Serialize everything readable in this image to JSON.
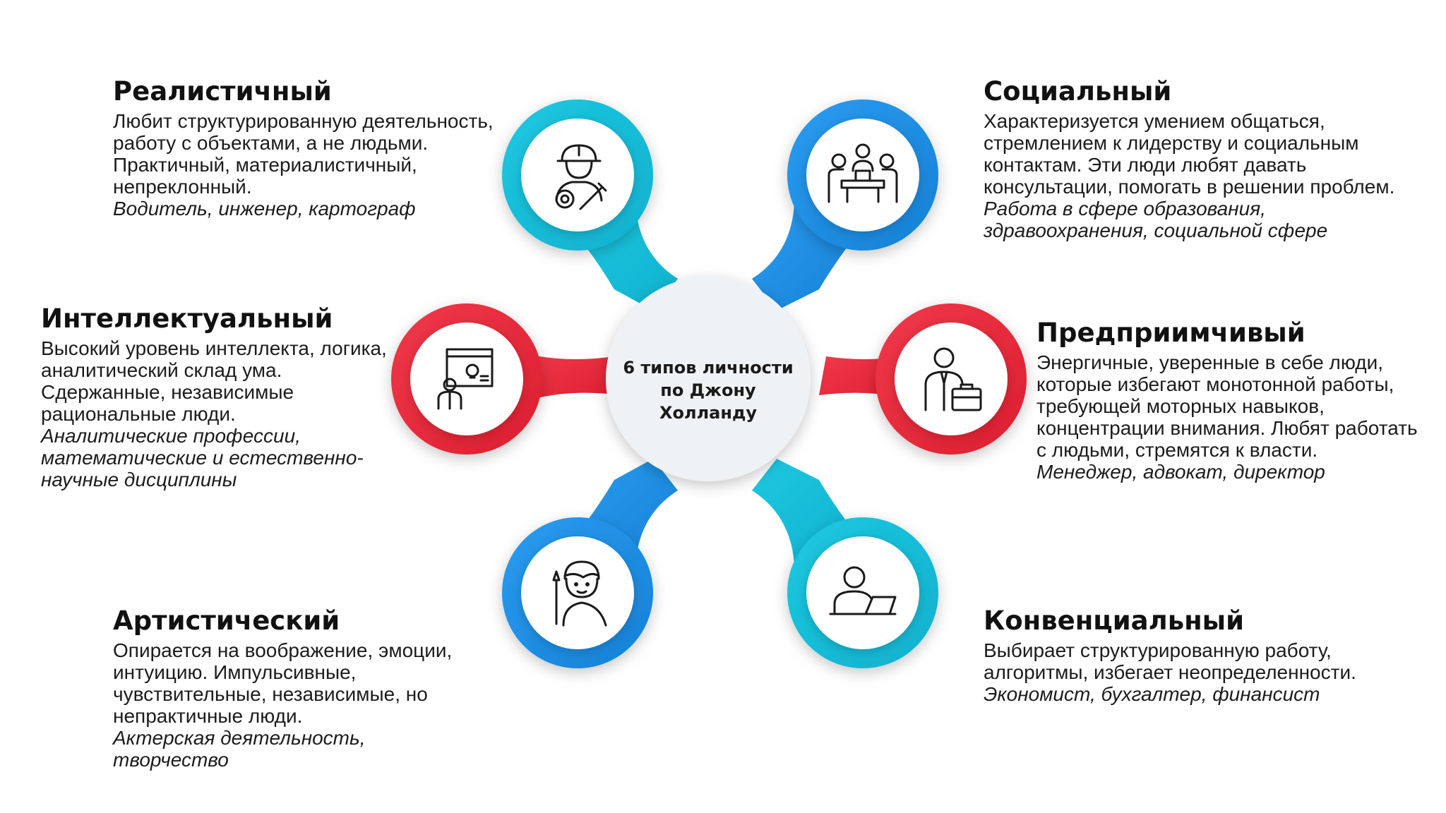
{
  "center": {
    "line1": "6 типов личности",
    "line2": "по Джону Холланду"
  },
  "types": [
    {
      "key": "realistic",
      "title": "Реалистичный",
      "desc": [
        "Любит структурированную деятельность,",
        "работу с объектами, а не людьми.",
        "Практичный, материалистичный,",
        "непреклонный."
      ],
      "examples": [
        "Водитель, инженер, картограф"
      ],
      "icon": "engineer-icon",
      "color": "cyan"
    },
    {
      "key": "social",
      "title": "Социальный",
      "desc": [
        "Характеризуется умением общаться,",
        "стремлением к лидерству и социальным",
        "контактам. Эти люди любят давать",
        "консультации, помогать в решении проблем."
      ],
      "examples": [
        "Работа в сфере образования,",
        "здравоохранения, социальной сфере"
      ],
      "icon": "meeting-icon",
      "color": "blue"
    },
    {
      "key": "intellectual",
      "title": "Интеллектуальный",
      "desc": [
        "Высокий уровень интеллекта, логика,",
        "аналитический склад ума.",
        "Сдержанные, независимые",
        "рациональные люди."
      ],
      "examples": [
        "Аналитические профессии,",
        "математические и естественно-",
        "научные дисциплины"
      ],
      "icon": "presenter-idea-icon",
      "color": "red"
    },
    {
      "key": "enterprising",
      "title": "Предприимчивый",
      "desc": [
        "Энергичные, уверенные в себе люди,",
        "которые избегают монотонной работы,",
        "требующей моторных навыков,",
        "концентрации внимания. Любят работать",
        "с людьми, стремятся к власти."
      ],
      "examples": [
        "Менеджер, адвокат, директор"
      ],
      "icon": "businessman-icon",
      "color": "red"
    },
    {
      "key": "artistic",
      "title": "Артистический",
      "desc": [
        "Опирается на воображение, эмоции,",
        "интуицию. Импульсивные,",
        "чувствительные, независимые, но",
        "непрактичные люди."
      ],
      "examples": [
        "Актерская деятельность, творчество"
      ],
      "icon": "artist-icon",
      "color": "blue"
    },
    {
      "key": "conventional",
      "title": "Конвенциальный",
      "desc": [
        "Выбирает структурированную работу,",
        "алгоритмы, избегает неопределенности."
      ],
      "examples": [
        "Экономист, бухгалтер, финансист"
      ],
      "icon": "laptop-user-icon",
      "color": "cyan"
    }
  ],
  "colors": {
    "cyan": "#14bcd6",
    "blue": "#1c8fe2",
    "red": "#ea2a3a",
    "center_fill": "#eef2f4",
    "icon_stroke": "#1a1a1a"
  }
}
